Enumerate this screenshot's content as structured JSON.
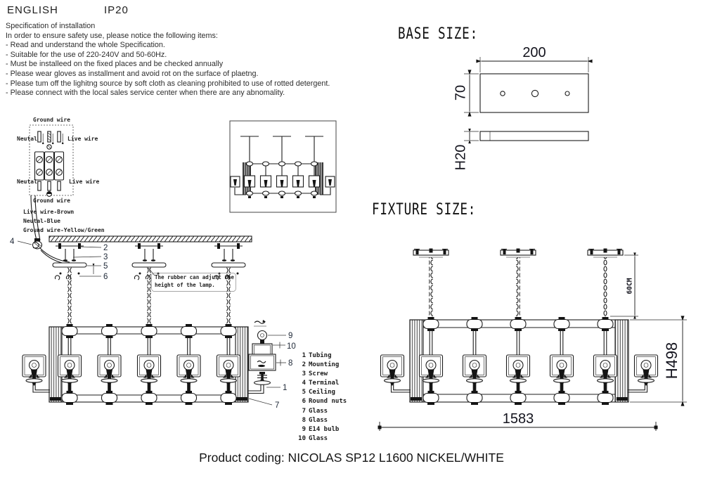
{
  "header": {
    "language": "ENGLISH",
    "ip_rating": "IP20"
  },
  "spec": {
    "title": "Specification of installation",
    "intro": "In order to ensure safety use, please notice the following items:",
    "items": [
      "- Read and understand the whole Specification.",
      "- Suitable for the use of 220-240V and 50-60Hz.",
      "- Must be installeed on the fixed places and be checked annually",
      "- Please wear gloves as installment and avoid rot on the surface of plaetng.",
      "- Please tum off the lighitng source by soft cloth as cleaning prohibited to use of rotted detergent.",
      "- Please connect with the local sales service center when there are any abnomality."
    ]
  },
  "wiring": {
    "ground_wire_top": "Ground wire",
    "neutral_top": "Neutal",
    "live_top": "Live wire",
    "neutral_bottom": "Neutal",
    "live_bottom": "Live wire",
    "ground_wire_bottom": "Ground wire",
    "legend": [
      "Live wire-Brown",
      "Neutal-Blue",
      "Ground wire-Yellow/Green"
    ]
  },
  "installation": {
    "note_line1": "The rubber can adjust the",
    "note_line2": "height of the lamp.",
    "callouts": {
      "n1": "1",
      "n2": "2",
      "n3": "3",
      "n4": "4",
      "n5": "5",
      "n6": "6",
      "n7": "7",
      "n8": "8",
      "n9": "9",
      "n10": "10"
    }
  },
  "parts_list": {
    "items": [
      {
        "num": "1",
        "name": "Tubing"
      },
      {
        "num": "2",
        "name": "Mounting"
      },
      {
        "num": "3",
        "name": "Screw"
      },
      {
        "num": "4",
        "name": "Terminal"
      },
      {
        "num": "5",
        "name": "Ceiling"
      },
      {
        "num": "6",
        "name": "Round nuts"
      },
      {
        "num": "7",
        "name": "Glass"
      },
      {
        "num": "8",
        "name": "Glass"
      },
      {
        "num": "9",
        "name": "E14 bulb"
      },
      {
        "num": "10",
        "name": "Glass"
      }
    ]
  },
  "base_size": {
    "title": "BASE SIZE:",
    "width": "200",
    "depth": "70",
    "height": "H20"
  },
  "fixture_size": {
    "title": "FIXTURE SIZE:",
    "chain_length": "60CM",
    "height": "H498",
    "width": "1583"
  },
  "footer": {
    "product_coding": "Product coding: NICOLAS SP12 L1600 NICKEL/WHITE"
  }
}
